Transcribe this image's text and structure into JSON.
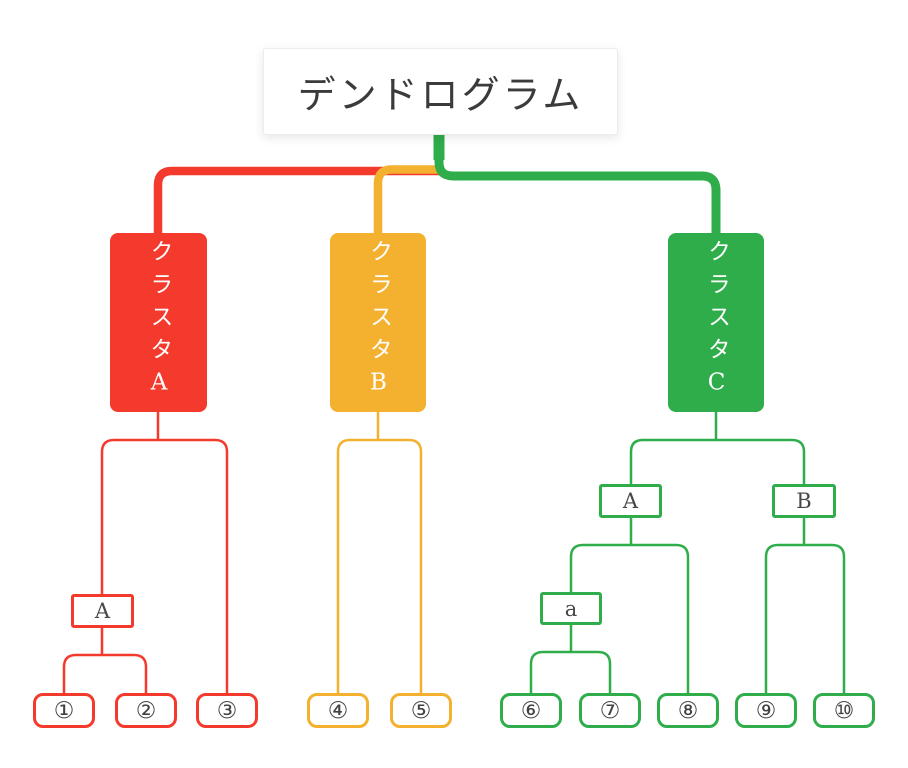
{
  "title": {
    "text": "デンドログラム"
  },
  "colors": {
    "background": "#ffffff",
    "title_text": "#3b3b3b",
    "node_text": "#414141",
    "cluster_label_text": "#ffffff",
    "cluster_a_red": "#f43a2c",
    "cluster_b_yellow": "#f4b02f",
    "cluster_c_green": "#2fad4b"
  },
  "clusters": [
    {
      "label": "クラスタA",
      "color": "#f43a2c",
      "intermediate_nodes": [
        {
          "label": "A"
        }
      ],
      "leaves": [
        "①",
        "②",
        "③"
      ]
    },
    {
      "label": "クラスタB",
      "color": "#f4b02f",
      "intermediate_nodes": [],
      "leaves": [
        "④",
        "⑤"
      ]
    },
    {
      "label": "クラスタC",
      "color": "#2fad4b",
      "intermediate_nodes": [
        {
          "label": "A"
        },
        {
          "label": "B"
        },
        {
          "label": "a"
        }
      ],
      "leaves": [
        "⑥",
        "⑦",
        "⑧",
        "⑨",
        "⑩"
      ]
    }
  ]
}
